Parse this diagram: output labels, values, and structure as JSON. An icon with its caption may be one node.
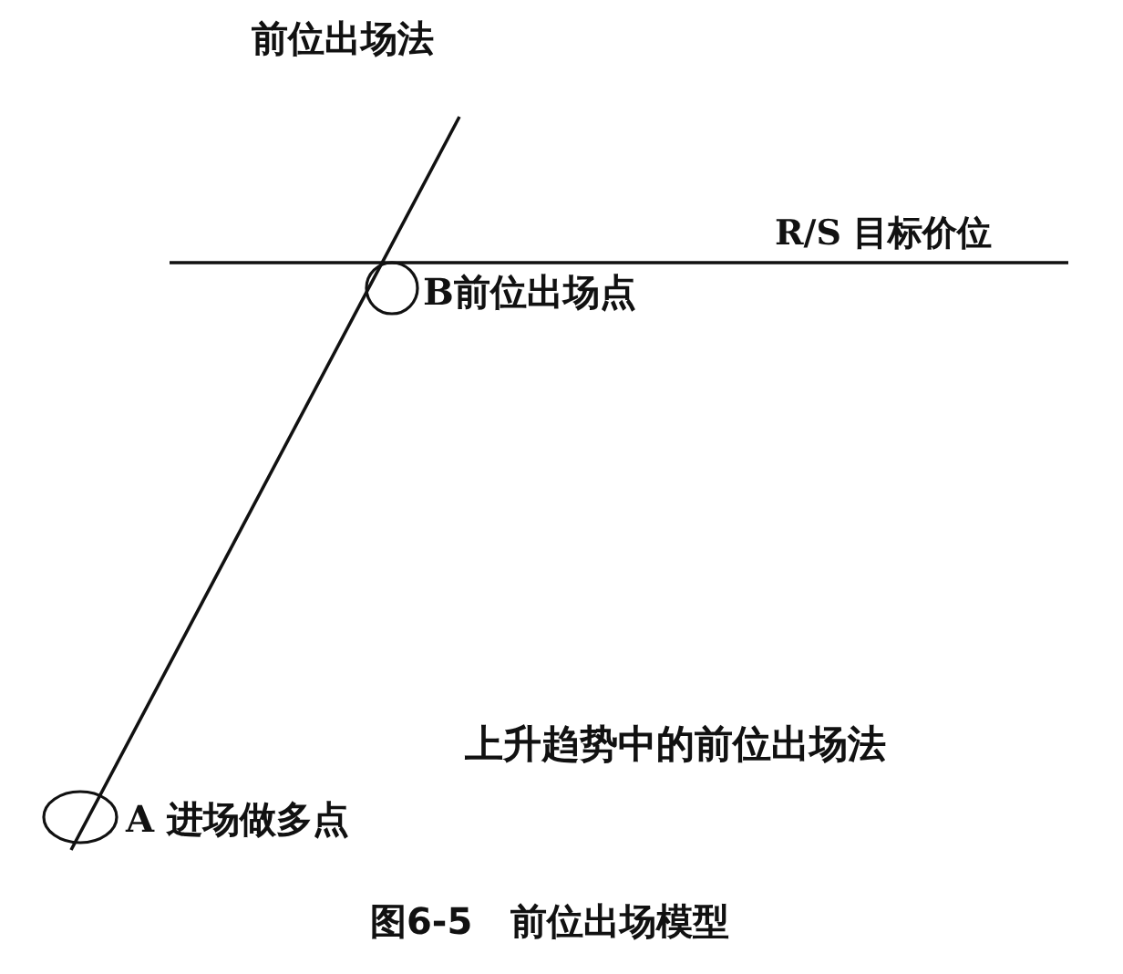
{
  "diagram": {
    "title": "前位出场法",
    "nodes": [
      {
        "text": [],
        "shape": "circle",
        "beside": [
          "B前位出场点"
        ]
      },
      {
        "text": [],
        "shape": "circle",
        "beside": [
          "A 进场做多点"
        ]
      }
    ],
    "labels": [
      "R/S 目标价位",
      "上升趋势中的前位出场法"
    ],
    "caption": "图6-5 前位出场模型"
  }
}
